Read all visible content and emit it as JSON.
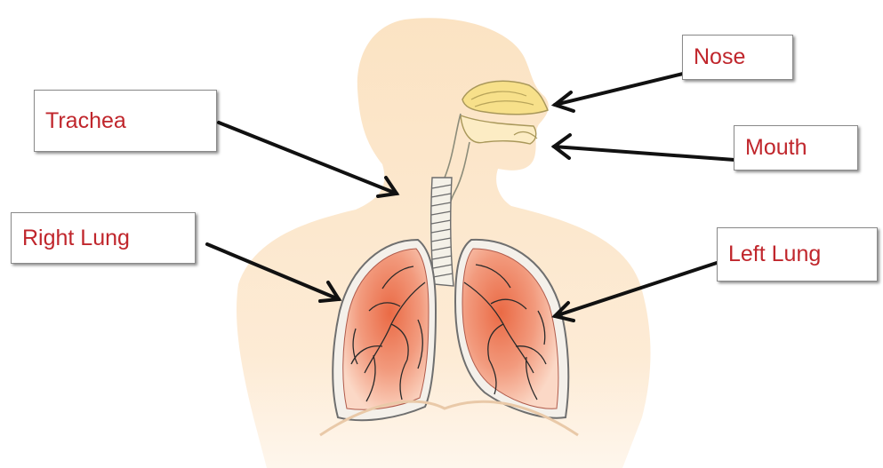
{
  "diagram": {
    "labels": {
      "nose": "Nose",
      "trachea": "Trachea",
      "mouth": "Mouth",
      "right_lung": "Right Lung",
      "left_lung": "Left Lung"
    },
    "colors": {
      "label_text": "#c0262c",
      "skin": "#fbe4c6",
      "lung_fill": "#f39a7c",
      "lung_core": "#e86a46",
      "nasal_cavity": "#f7e08a",
      "arrow": "#111111"
    }
  }
}
